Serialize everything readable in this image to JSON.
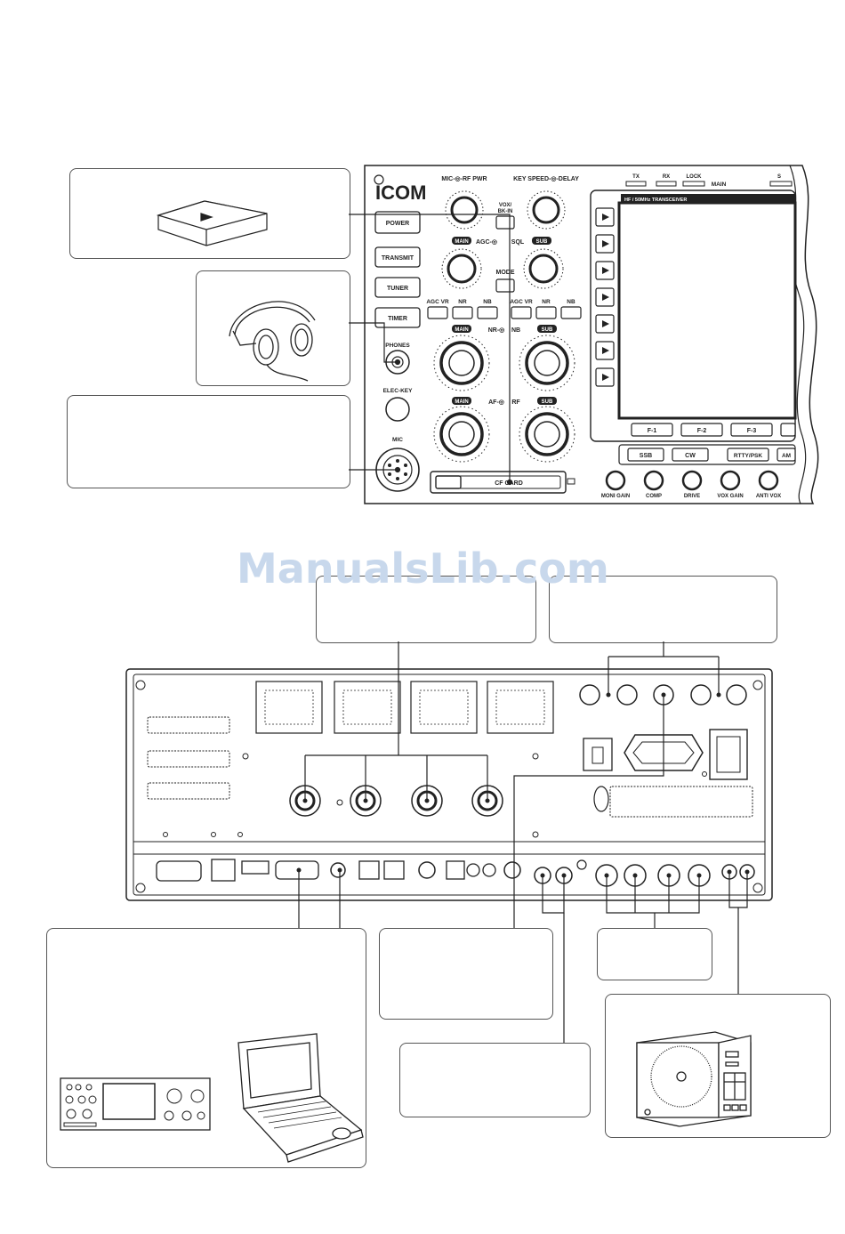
{
  "front_panel": {
    "brand": "ICOM",
    "indicators": [
      "TX",
      "RX",
      "LOCK"
    ],
    "main_badge": "MAIN",
    "partial_label": "S",
    "left_buttons": [
      "POWER",
      "TRANSMIT",
      "TUNER",
      "TIMER"
    ],
    "jacks": [
      "PHONES",
      "ELEC-KEY",
      "MIC"
    ],
    "knob_headers": {
      "mic_rf": "MIC-◎-RF PWR",
      "key_speed": "KEY SPEED-◎-DELAY",
      "vox": "VOX/\nBK-IN",
      "main": "MAIN",
      "sub": "SUB",
      "agc": "AGC-◎",
      "sql": "SQL",
      "mode": "MODE",
      "nr_nb_left": "NR-◎",
      "nb_right": "NB",
      "af": "AF-◎",
      "rf": "RF"
    },
    "agc_row_left": [
      "AGC VR",
      "NR",
      "NB"
    ],
    "agc_row_right": [
      "AGC VR",
      "NR",
      "NB"
    ],
    "cf_card": "CF CARD",
    "display_title": "HF / 50MHz TRANSCEIVER",
    "f_keys": [
      "F-1",
      "F-2",
      "F-3"
    ],
    "mode_keys": [
      "SSB",
      "CW",
      "RTTY/PSK",
      "AM"
    ],
    "bottom_knobs": [
      "MONI GAIN",
      "COMP",
      "DRIVE",
      "VOX GAIN",
      "ANTI VOX"
    ],
    "side_arrow": "▶"
  },
  "watermark": "ManualsLib.com",
  "colors": {
    "line": "#2a2a2a",
    "callout_border": "#555555",
    "watermark": "#c8d8ec"
  }
}
